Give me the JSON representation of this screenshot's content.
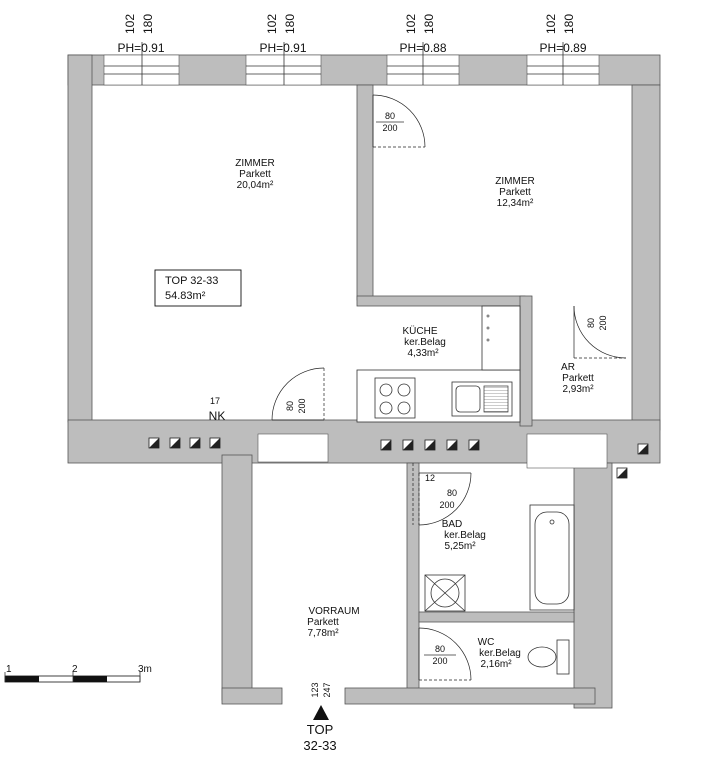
{
  "top_label": {
    "title": "TOP 32-33",
    "area": "54.83m²"
  },
  "windows": [
    {
      "w": "102",
      "h": "180",
      "ph": "PH=0.91"
    },
    {
      "w": "102",
      "h": "180",
      "ph": "PH=0.91"
    },
    {
      "w": "102",
      "h": "180",
      "ph": "PH=0.88"
    },
    {
      "w": "102",
      "h": "180",
      "ph": "PH=0.89"
    }
  ],
  "rooms": {
    "zimmer1": {
      "name": "ZIMMER",
      "floor": "Parkett",
      "area": "20,04m²"
    },
    "zimmer2": {
      "name": "ZIMMER",
      "floor": "Parkett",
      "area": "12,34m²"
    },
    "kueche": {
      "name": "KÜCHE",
      "floor": "ker.Belag",
      "area": "4,33m²"
    },
    "ar": {
      "name": "AR",
      "floor": "Parkett",
      "area": "2,93m²"
    },
    "bad": {
      "name": "BAD",
      "floor": "ker.Belag",
      "area": "5,25m²"
    },
    "wc": {
      "name": "WC",
      "floor": "ker.Belag",
      "area": "2,16m²"
    },
    "vorraum": {
      "name": "VORRAUM",
      "floor": "Parkett",
      "area": "7,78m²"
    }
  },
  "doors": {
    "d1": {
      "w": "80",
      "h": "200"
    },
    "d2": {
      "w": "80",
      "h": "200"
    },
    "d3": {
      "w": "80",
      "h": "200"
    },
    "d4": {
      "w": "80",
      "h": "200"
    },
    "d5": {
      "w": "80",
      "h": "200"
    }
  },
  "nk": {
    "num": "17",
    "label": "NK"
  },
  "misc": {
    "dim_12": "12",
    "entrance_w": "123",
    "entrance_h": "247"
  },
  "scale": {
    "t1": "1",
    "t2": "2",
    "t3": "3m"
  },
  "entrance": {
    "line1": "TOP",
    "line2": "32-33"
  }
}
